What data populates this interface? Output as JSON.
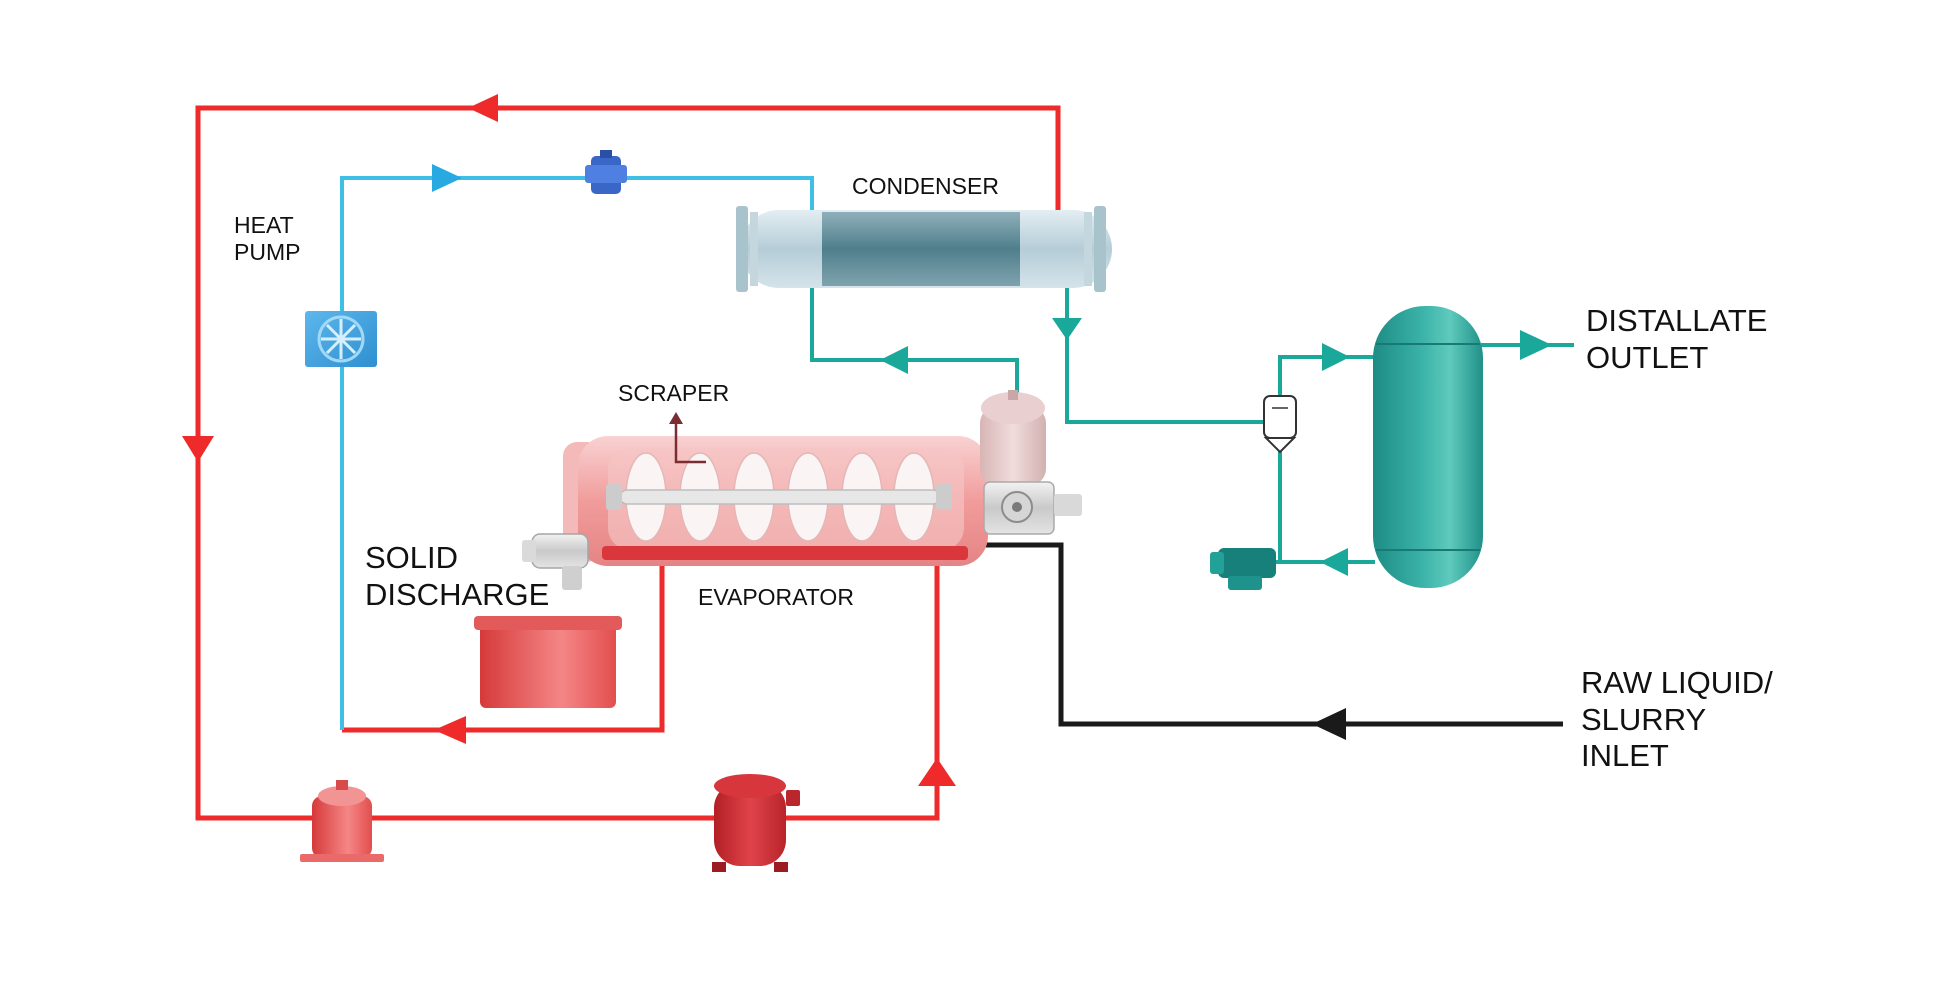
{
  "labels": {
    "heat_pump_line1": "HEAT",
    "heat_pump_line2": "PUMP",
    "condenser": "CONDENSER",
    "scraper": "SCRAPER",
    "evaporator": "EVAPORATOR",
    "solid_discharge_line1": "SOLID",
    "solid_discharge_line2": "DISCHARGE",
    "distillate_line1": "DISTALLATE",
    "distillate_line2": "OUTLET",
    "raw_line1": "RAW LIQUID/",
    "raw_line2": "SLURRY",
    "raw_line3": "INLET"
  },
  "colors": {
    "refrigerant_hot": "#ee2a2a",
    "refrigerant_cold": "#3fbfe6",
    "distillate": "#1aa89b",
    "raw_feed": "#1a1a1a",
    "vessel_teal": "#2aa59a",
    "evaporator_pink": "#f2a7a7"
  }
}
